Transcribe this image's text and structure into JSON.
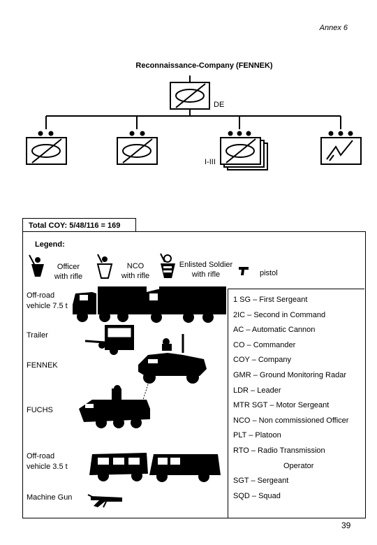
{
  "annex": "Annex 6",
  "title": "Reconnaissance-Company (FENNEK)",
  "hq_label": "DE",
  "platoon_label": "I-III",
  "total": "Total COY: 5/48/116 = 169",
  "legend": {
    "title": "Legend:",
    "officer": "Officer\nwith rifle",
    "nco": "NCO\nwith rifle",
    "enlisted": "Enlisted Soldier\nwith rifle",
    "pistol": "pistol"
  },
  "vehicles": {
    "offroad75": "Off-road\nvehicle 7.5 t",
    "trailer": "Trailer",
    "fennek": "FENNEK",
    "fuchs": "FUCHS",
    "offroad35": "Off-road\nvehicle 3.5 t",
    "mg": "Machine Gun"
  },
  "abbreviations": [
    "1 SG – First Sergeant",
    "2IC – Second in Command",
    "AC – Automatic Cannon",
    "CO – Commander",
    "COY – Company",
    "GMR – Ground Monitoring Radar",
    "LDR – Leader",
    "MTR SGT – Motor Sergeant",
    "NCO – Non commissioned Officer",
    "PLT – Platoon",
    "RTO – Radio Transmission",
    "Operator",
    "SGT – Sergeant",
    "SQD – Squad"
  ],
  "page_number": "39"
}
